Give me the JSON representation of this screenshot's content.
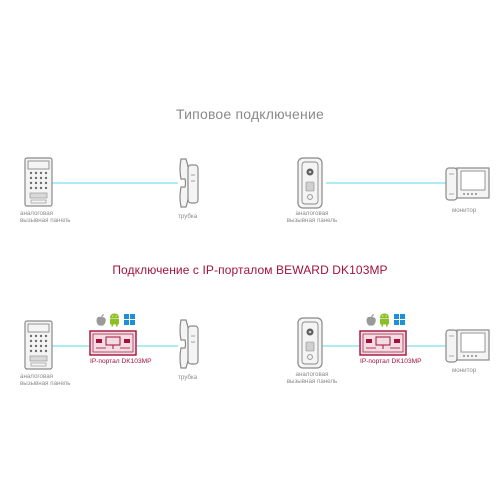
{
  "diagram": {
    "title_typical": "Типовое подключение",
    "title_portal": "Подключение с IP-порталом BEWARD DK103MP",
    "labels": {
      "analog_panel": "аналоговая\nвызывная панель",
      "handset": "трубка",
      "monitor": "монитор",
      "ip_portal": "IP-портал DK103MP"
    },
    "os_icons": [
      "apple-icon",
      "android-icon",
      "windows-icon"
    ],
    "colors": {
      "accent": "#a3113d",
      "line": "#5ed8ea",
      "device_stroke": "#8a8a8a"
    }
  }
}
